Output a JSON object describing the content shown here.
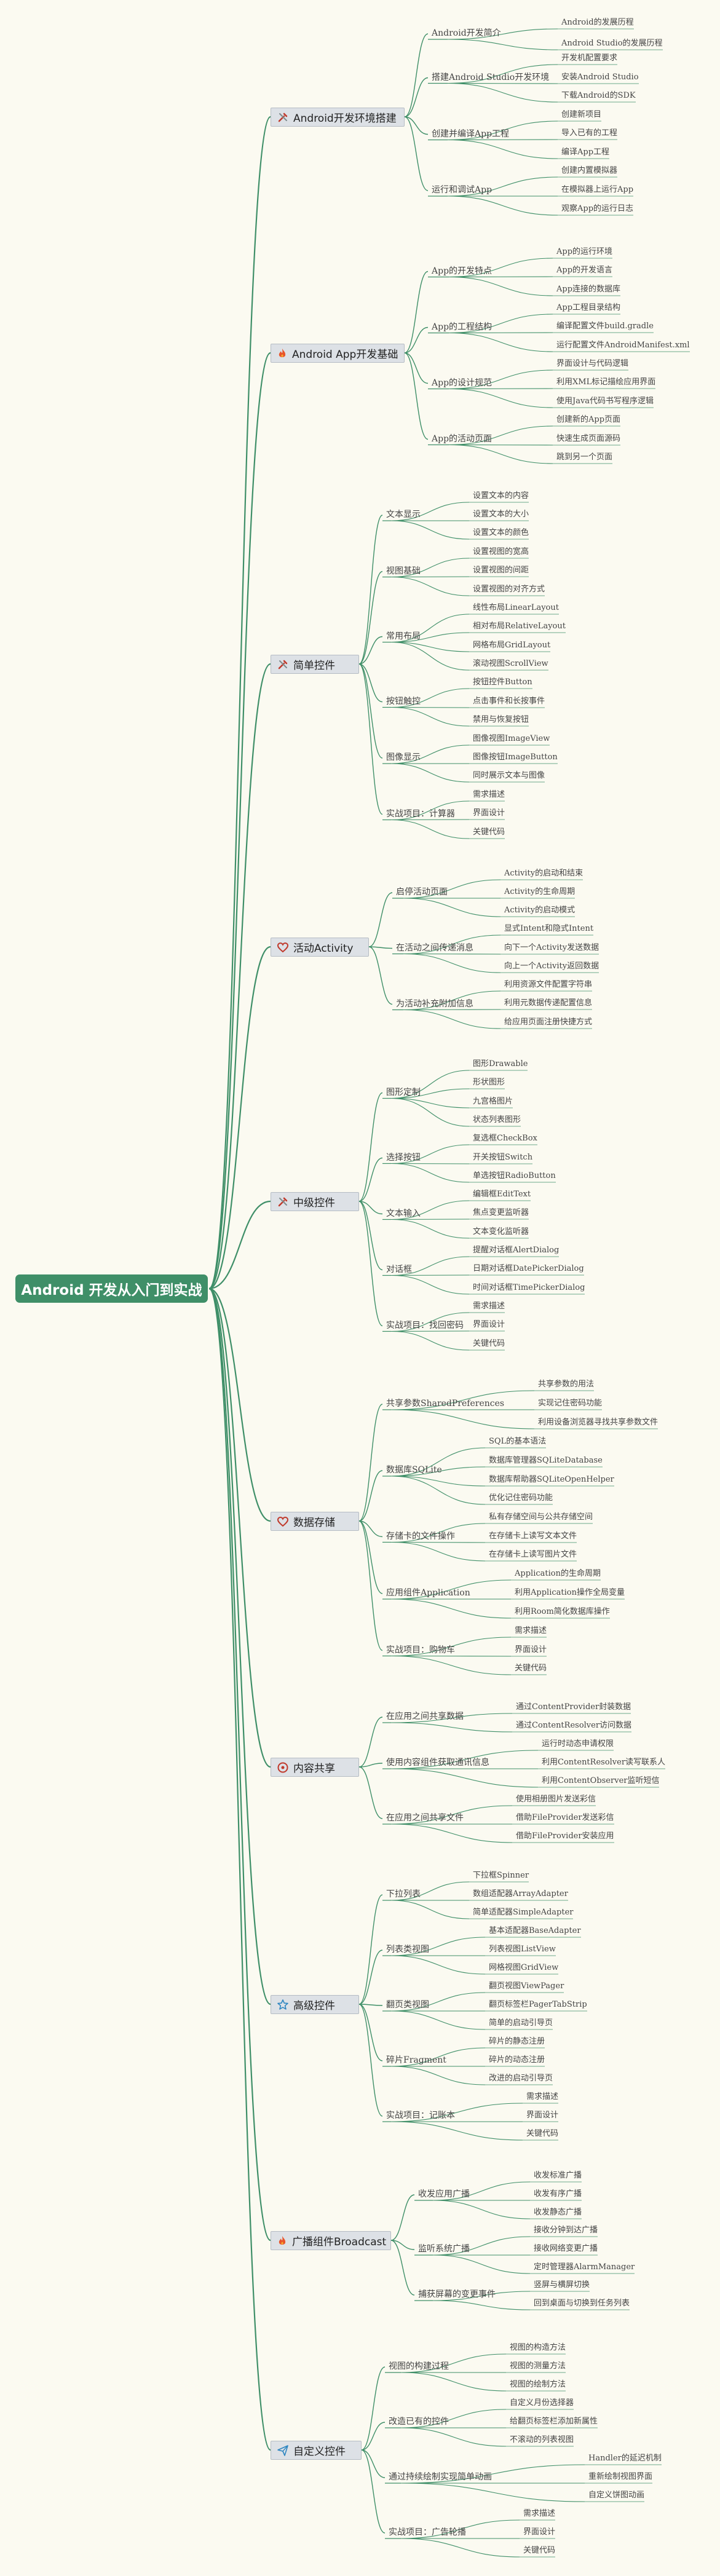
{
  "root": "Android 开发从入门到实战",
  "colors": {
    "root": "#3f8f68",
    "line": "#3f8f68",
    "branch_bg": "#dde1e6",
    "background": "#fbfaf1"
  },
  "branches": [
    {
      "title": "Android开发环境搭建",
      "icon": "tools-icon",
      "children": [
        {
          "label": "Android开发简介",
          "children": [
            "Android的发展历程",
            "Android Studio的发展历程"
          ]
        },
        {
          "label": "搭建Android Studio开发环境",
          "children": [
            "开发机配置要求",
            "安装Android Studio",
            "下载Android的SDK"
          ]
        },
        {
          "label": "创建并编译App工程",
          "children": [
            "创建新项目",
            "导入已有的工程",
            "编译App工程"
          ]
        },
        {
          "label": "运行和调试App",
          "children": [
            "创建内置模拟器",
            "在模拟器上运行App",
            "观察App的运行日志"
          ]
        }
      ]
    },
    {
      "title": "Android App开发基础",
      "icon": "flame-icon",
      "children": [
        {
          "label": "App的开发特点",
          "children": [
            "App的运行环境",
            "App的开发语言",
            "App连接的数据库"
          ]
        },
        {
          "label": "App的工程结构",
          "children": [
            "App工程目录结构",
            "编译配置文件build.gradle",
            "运行配置文件AndroidManifest.xml"
          ]
        },
        {
          "label": "App的设计规范",
          "children": [
            "界面设计与代码逻辑",
            "利用XML标记描绘应用界面",
            "使用Java代码书写程序逻辑"
          ]
        },
        {
          "label": "App的活动页面",
          "children": [
            "创建新的App页面",
            "快速生成页面源码",
            "跳到另一个页面"
          ]
        }
      ]
    },
    {
      "title": "简单控件",
      "icon": "tools-icon",
      "children": [
        {
          "label": "文本显示",
          "children": [
            "设置文本的内容",
            "设置文本的大小",
            "设置文本的颜色"
          ]
        },
        {
          "label": "视图基础",
          "children": [
            "设置视图的宽高",
            "设置视图的间距",
            "设置视图的对齐方式"
          ]
        },
        {
          "label": "常用布局",
          "children": [
            "线性布局LinearLayout",
            "相对布局RelativeLayout",
            "网格布局GridLayout",
            "滚动视图ScrollView"
          ]
        },
        {
          "label": "按钮触控",
          "children": [
            "按钮控件Button",
            "点击事件和长按事件",
            "禁用与恢复按钮"
          ]
        },
        {
          "label": "图像显示",
          "children": [
            "图像视图ImageView",
            "图像按钮ImageButton",
            "同时展示文本与图像"
          ]
        },
        {
          "label": "实战项目：计算器",
          "children": [
            "需求描述",
            "界面设计",
            "关键代码"
          ]
        }
      ]
    },
    {
      "title": "活动Activity",
      "icon": "heart-icon",
      "children": [
        {
          "label": "启停活动页面",
          "children": [
            "Activity的启动和结束",
            "Activity的生命周期",
            "Activity的启动模式"
          ]
        },
        {
          "label": "在活动之间传递消息",
          "children": [
            "显式Intent和隐式Intent",
            "向下一个Activity发送数据",
            "向上一个Activity返回数据"
          ]
        },
        {
          "label": "为活动补充附加信息",
          "children": [
            "利用资源文件配置字符串",
            "利用元数据传递配置信息",
            "给应用页面注册快捷方式"
          ]
        }
      ]
    },
    {
      "title": "中级控件",
      "icon": "tools-icon",
      "children": [
        {
          "label": "图形定制",
          "children": [
            "图形Drawable",
            "形状图形",
            "九宫格图片",
            "状态列表图形"
          ]
        },
        {
          "label": "选择按钮",
          "children": [
            "复选框CheckBox",
            "开关按钮Switch",
            "单选按钮RadioButton"
          ]
        },
        {
          "label": "文本输入",
          "children": [
            "编辑框EditText",
            "焦点变更监听器",
            "文本变化监听器"
          ]
        },
        {
          "label": "对话框",
          "children": [
            "提醒对话框AlertDialog",
            "日期对话框DatePickerDialog",
            "时间对话框TimePickerDialog"
          ]
        },
        {
          "label": "实战项目：找回密码",
          "children": [
            "需求描述",
            "界面设计",
            "关键代码"
          ]
        }
      ]
    },
    {
      "title": "数据存储",
      "icon": "heart-icon",
      "children": [
        {
          "label": "共享参数SharedPreferences",
          "children": [
            "共享参数的用法",
            "实现记住密码功能",
            "利用设备浏览器寻找共享参数文件"
          ]
        },
        {
          "label": "数据库SQLite",
          "children": [
            "SQL的基本语法",
            "数据库管理器SQLiteDatabase",
            "数据库帮助器SQLiteOpenHelper",
            "优化记住密码功能"
          ]
        },
        {
          "label": "存储卡的文件操作",
          "children": [
            "私有存储空间与公共存储空间",
            "在存储卡上读写文本文件",
            "在存储卡上读写图片文件"
          ]
        },
        {
          "label": "应用组件Application",
          "children": [
            "Application的生命周期",
            "利用Application操作全局变量",
            "利用Room简化数据库操作"
          ]
        },
        {
          "label": "实战项目：购物车",
          "children": [
            "需求描述",
            "界面设计",
            "关键代码"
          ]
        }
      ]
    },
    {
      "title": "内容共享",
      "icon": "circle-icon",
      "children": [
        {
          "label": "在应用之间共享数据",
          "children": [
            "通过ContentProvider封装数据",
            "通过ContentResolver访问数据"
          ]
        },
        {
          "label": "使用内容组件获取通讯信息",
          "children": [
            "运行时动态申请权限",
            "利用ContentResolver读写联系人",
            "利用ContentObserver监听短信"
          ]
        },
        {
          "label": "在应用之间共享文件",
          "children": [
            "使用相册图片发送彩信",
            "借助FileProvider发送彩信",
            "借助FileProvider安装应用"
          ]
        }
      ]
    },
    {
      "title": "高级控件",
      "icon": "star-icon",
      "children": [
        {
          "label": "下拉列表",
          "children": [
            "下拉框Spinner",
            "数组适配器ArrayAdapter",
            "简单适配器SimpleAdapter"
          ]
        },
        {
          "label": "列表类视图",
          "children": [
            "基本适配器BaseAdapter",
            "列表视图ListView",
            "网格视图GridView"
          ]
        },
        {
          "label": "翻页类视图",
          "children": [
            "翻页视图ViewPager",
            "翻页标签栏PagerTabStrip",
            "简单的启动引导页"
          ]
        },
        {
          "label": "碎片Fragment",
          "children": [
            "碎片的静态注册",
            "碎片的动态注册",
            "改进的启动引导页"
          ]
        },
        {
          "label": "实战项目：记账本",
          "children": [
            "需求描述",
            "界面设计",
            "关键代码"
          ]
        }
      ]
    },
    {
      "title": "广播组件Broadcast",
      "icon": "flame-icon",
      "children": [
        {
          "label": "收发应用广播",
          "children": [
            "收发标准广播",
            "收发有序广播",
            "收发静态广播"
          ]
        },
        {
          "label": "监听系统广播",
          "children": [
            "接收分钟到达广播",
            "接收网络变更广播",
            "定时管理器AlarmManager"
          ]
        },
        {
          "label": "捕获屏幕的变更事件",
          "children": [
            "竖屏与横屏切换",
            "回到桌面与切换到任务列表"
          ]
        }
      ]
    },
    {
      "title": "自定义控件",
      "icon": "send-icon",
      "children": [
        {
          "label": "视图的构建过程",
          "children": [
            "视图的构造方法",
            "视图的测量方法",
            "视图的绘制方法"
          ]
        },
        {
          "label": "改造已有的控件",
          "children": [
            "自定义月份选择器",
            "给翻页标签栏添加新属性",
            "不滚动的列表视图"
          ]
        },
        {
          "label": "通过持续绘制实现简单动画",
          "children": [
            "Handler的延迟机制",
            "重新绘制视图界面",
            "自定义饼图动画"
          ]
        },
        {
          "label": "实战项目：广告轮播",
          "children": [
            "需求描述",
            "界面设计",
            "关键代码"
          ]
        }
      ]
    }
  ]
}
